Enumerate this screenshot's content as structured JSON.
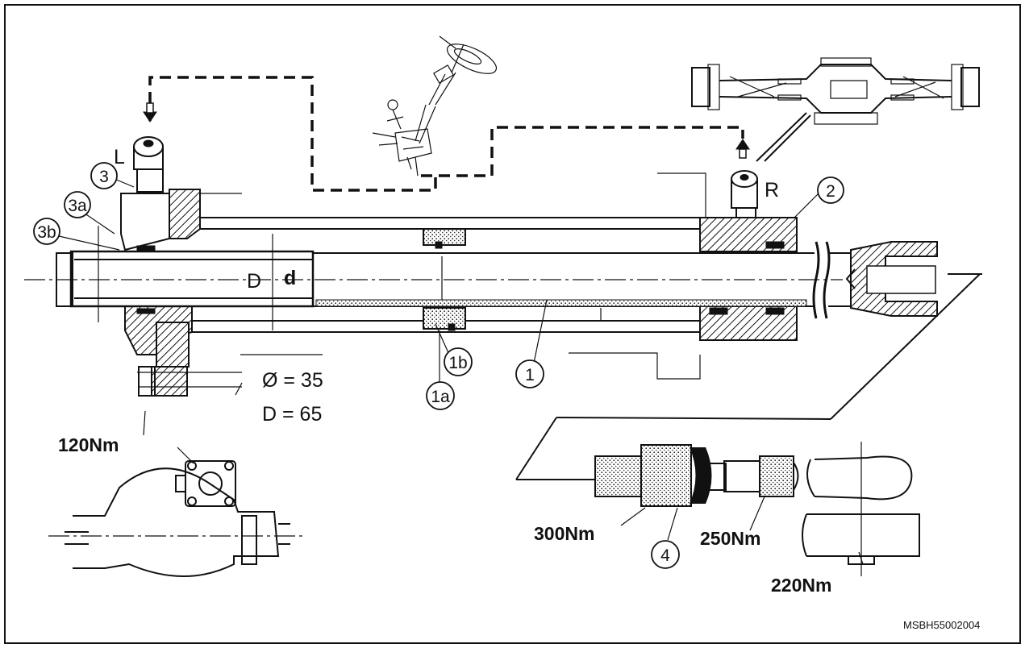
{
  "labels": {
    "L": "L",
    "R": "R",
    "D": "D",
    "d": "d",
    "diameter": "Ø = 35",
    "D_value": "D = 65"
  },
  "callouts": {
    "c1": "1",
    "c1a": "1a",
    "c1b": "1b",
    "c2": "2",
    "c3": "3",
    "c3a": "3a",
    "c3b": "3b",
    "c4": "4"
  },
  "torques": {
    "t120": "120Nm",
    "t300": "300Nm",
    "t250": "250Nm",
    "t220": "220Nm"
  },
  "reference_code": "MSBH55002004"
}
